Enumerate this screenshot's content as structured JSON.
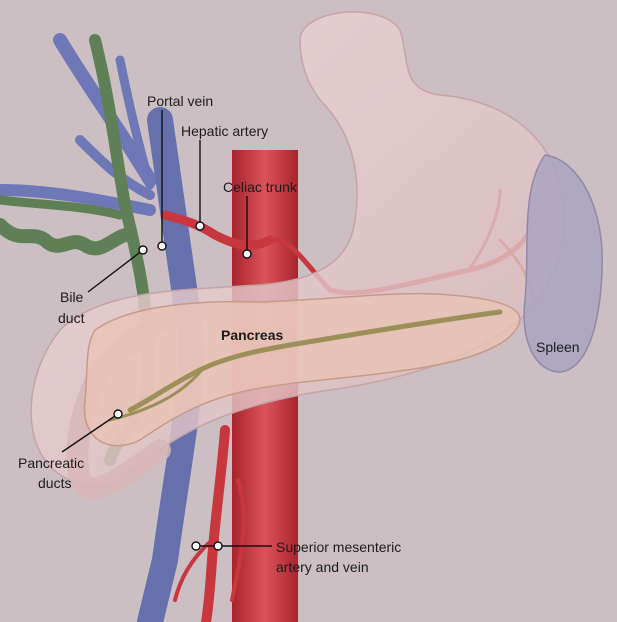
{
  "labels": {
    "portal_vein": "Portal vein",
    "hepatic_artery": "Hepatic artery",
    "celiac_trunk": "Celiac trunk",
    "bile_duct_line1": "Bile",
    "bile_duct_line2": "duct",
    "pancreas": "Pancreas",
    "spleen": "Spleen",
    "pancreatic_ducts_line1": "Pancreatic",
    "pancreatic_ducts_line2": "ducts",
    "sma_line1": "Superior mesenteric",
    "sma_line2": "artery and vein"
  },
  "colors": {
    "background": "#cbbfc3",
    "stomach": "#e7cfd1",
    "pancreas": "#e9c3b5",
    "spleen": "#a9a3bd",
    "artery": "#c9373e",
    "vein": "#6f78b6",
    "bile_duct": "#6c8a62",
    "pancreatic_duct": "#9c9059"
  }
}
